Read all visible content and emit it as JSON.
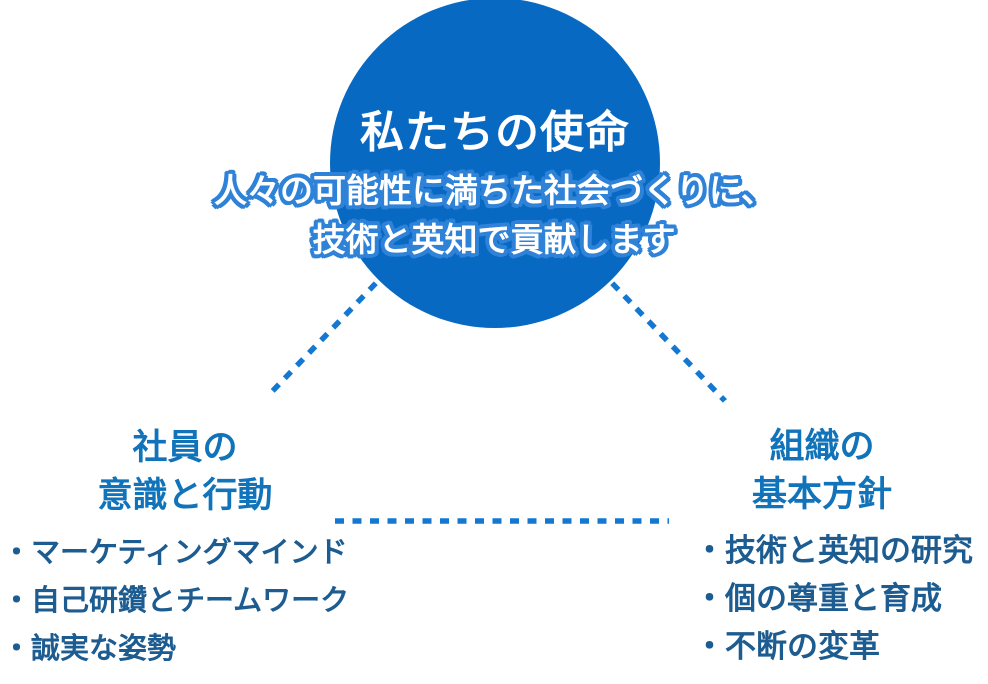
{
  "diagram": {
    "type": "triangle-relationship",
    "mission": {
      "title": "私たちの使命",
      "subtitle_line1": "人々の可能性に満ちた社会づくりに、",
      "subtitle_line2": "技術と英知で貢献します"
    },
    "employee": {
      "title_line1": "社員の",
      "title_line2": "意識と行動",
      "items": [
        "・マーケティングマインド",
        "・自己研鑽とチームワーク",
        "・誠実な姿勢"
      ]
    },
    "organization": {
      "title_line1": "組織の",
      "title_line2": "基本方針",
      "items": [
        "・技術と英知の研究",
        "・個の尊重と育成",
        "・不断の変革"
      ]
    }
  },
  "palette": {
    "mission_circle_blue": "#0869c3",
    "dash_line_blue": "#1478d2",
    "subtitle_halo_blue": "#2e82d8",
    "node_title_blue": "#1173b9",
    "bullet_text_blue": "#1d5c90",
    "background": "#ffffff"
  }
}
